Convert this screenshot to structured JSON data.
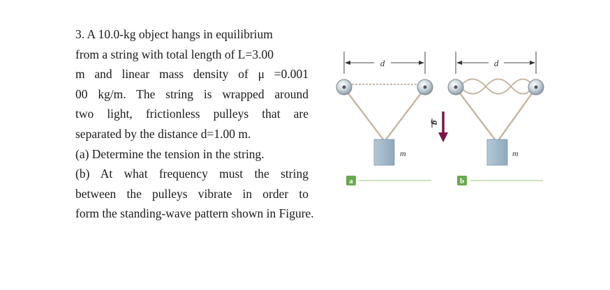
{
  "problem": {
    "lines": [
      "3. A 10.0-kg object hangs in equilibrium",
      "from a string with total length of L=3.00",
      "m and linear mass density of μ =0.001",
      "00 kg/m. The string is wrapped around",
      "two light, frictionless pulleys that are",
      "separated by the distance d=1.00 m.",
      "(a) Determine the tension in the string.",
      "(b) At what frequency must the string",
      "between the pulleys vibrate in order to",
      "form the standing-wave pattern shown in Figure."
    ]
  },
  "figure": {
    "distance_label": "d",
    "mass_label": "m",
    "gravity_label": "g",
    "panel_a_label": "a",
    "panel_b_label": "b",
    "colors": {
      "pulley": "#b9c6cf",
      "string": "#c7b8a6",
      "mass": "#9fb7c8",
      "arrow": "#7a1548",
      "label_bg": "#6aa84f",
      "ground": "#b7dca4"
    }
  }
}
